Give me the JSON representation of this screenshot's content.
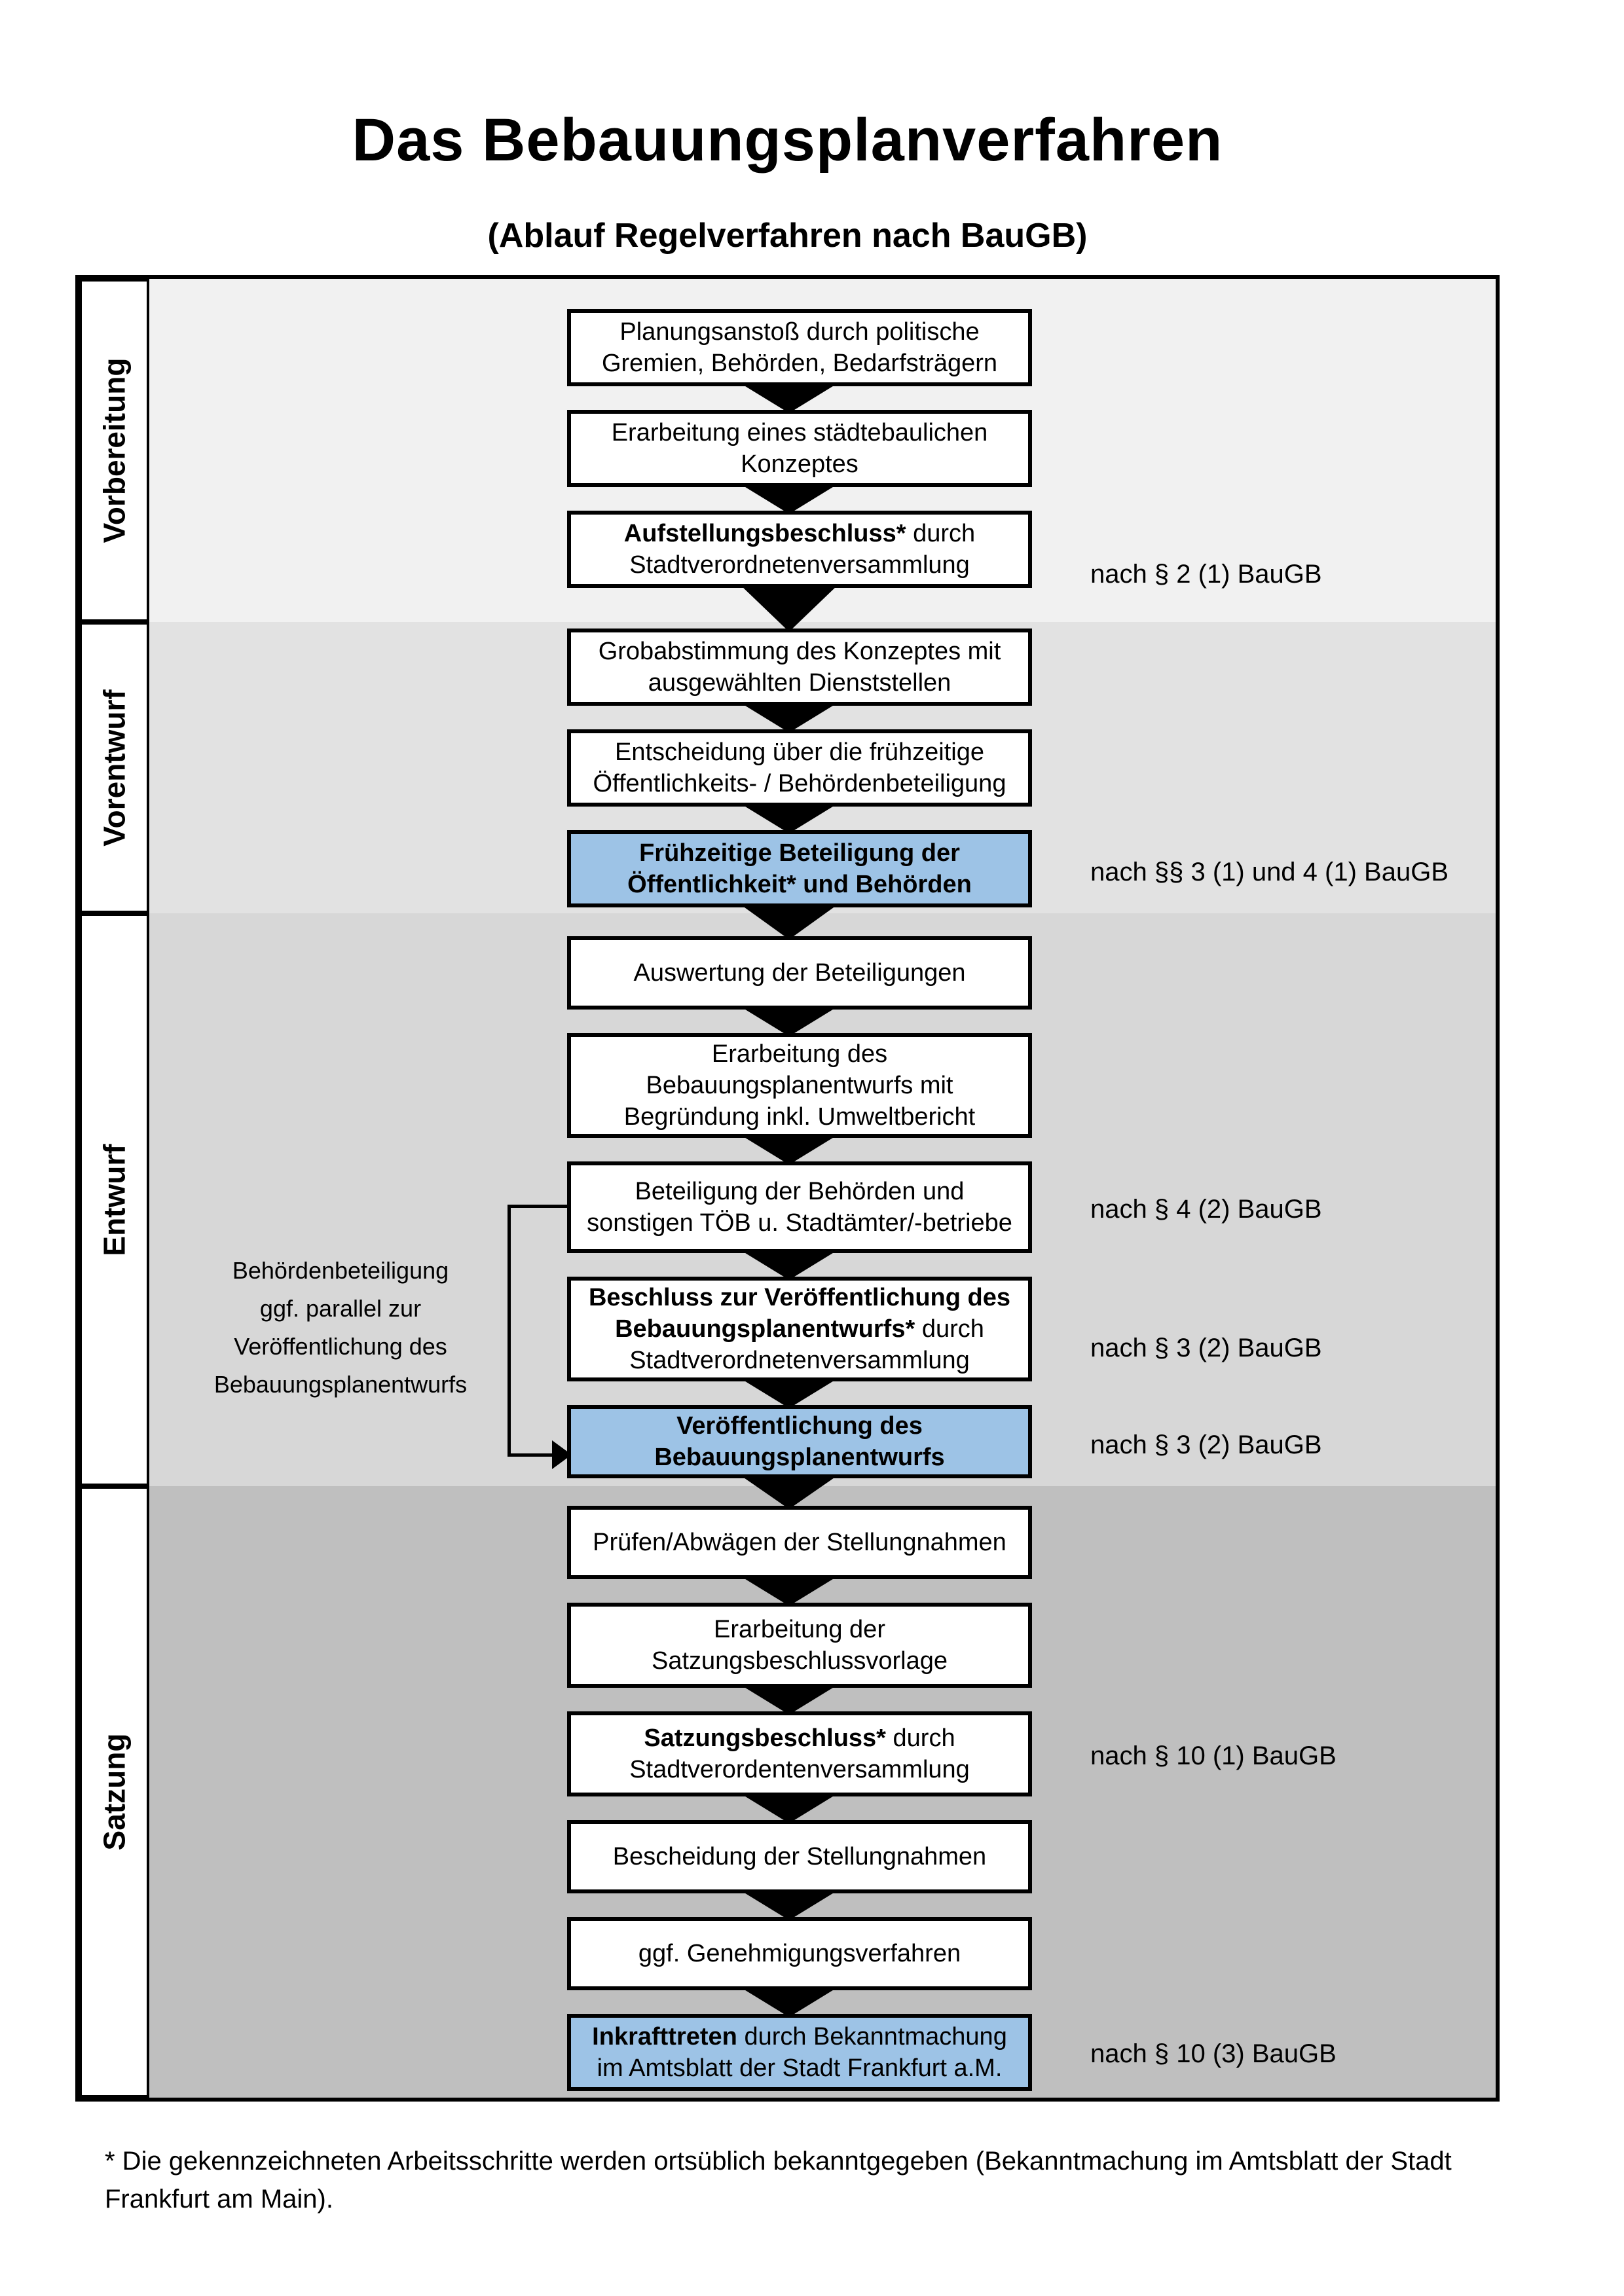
{
  "title": "Das Bebauungsplanverfahren",
  "subtitle": "(Ablauf Regelverfahren nach BauGB)",
  "colors": {
    "highlight_box": "#9dc3e6",
    "section_vorbereitung_bg": "#f1f1f1",
    "section_vorentwurf_bg": "#e2e2e2",
    "section_entwurf_bg": "#d7d7d7",
    "section_satzung_bg": "#bfbfbf"
  },
  "sections": [
    {
      "label": "Vorbereitung"
    },
    {
      "label": "Vorentwurf"
    },
    {
      "label": "Entwurf"
    },
    {
      "label": "Satzung"
    }
  ],
  "flow": {
    "steps": [
      {
        "highlight": false,
        "lines": [
          [
            {
              "b": false,
              "t": "Planungsanstoß durch politische"
            }
          ],
          [
            {
              "b": false,
              "t": "Gremien, Behörden, Bedarfsträgern"
            }
          ]
        ]
      },
      {
        "highlight": false,
        "lines": [
          [
            {
              "b": false,
              "t": "Erarbeitung eines städtebaulichen"
            }
          ],
          [
            {
              "b": false,
              "t": "Konzeptes"
            }
          ]
        ]
      },
      {
        "highlight": false,
        "lines": [
          [
            {
              "b": true,
              "t": "Aufstellungsbeschluss*"
            },
            {
              "b": false,
              "t": " durch"
            }
          ],
          [
            {
              "b": false,
              "t": "Stadtverordnetenversammlung"
            }
          ]
        ]
      },
      {
        "highlight": false,
        "lines": [
          [
            {
              "b": false,
              "t": "Grobabstimmung des Konzeptes mit"
            }
          ],
          [
            {
              "b": false,
              "t": "ausgewählten Dienststellen"
            }
          ]
        ]
      },
      {
        "highlight": false,
        "lines": [
          [
            {
              "b": false,
              "t": "Entscheidung über die frühzeitige"
            }
          ],
          [
            {
              "b": false,
              "t": "Öffentlichkeits- / Behördenbeteiligung"
            }
          ]
        ]
      },
      {
        "highlight": true,
        "lines": [
          [
            {
              "b": true,
              "t": "Frühzeitige Beteiligung der"
            }
          ],
          [
            {
              "b": true,
              "t": "Öffentlichkeit* und Behörden"
            }
          ]
        ]
      },
      {
        "highlight": false,
        "lines": [
          [
            {
              "b": false,
              "t": "Auswertung der Beteiligungen"
            }
          ]
        ]
      },
      {
        "highlight": false,
        "lines": [
          [
            {
              "b": false,
              "t": "Erarbeitung des"
            }
          ],
          [
            {
              "b": false,
              "t": "Bebauungsplanentwurfs mit"
            }
          ],
          [
            {
              "b": false,
              "t": "Begründung inkl. Umweltbericht"
            }
          ]
        ]
      },
      {
        "highlight": false,
        "lines": [
          [
            {
              "b": false,
              "t": "Beteiligung der Behörden und"
            }
          ],
          [
            {
              "b": false,
              "t": "sonstigen TÖB u. Stadtämter/-betriebe"
            }
          ]
        ]
      },
      {
        "highlight": false,
        "lines": [
          [
            {
              "b": true,
              "t": "Beschluss zur Veröffentlichung des"
            }
          ],
          [
            {
              "b": true,
              "t": "Bebauungsplanentwurfs*"
            },
            {
              "b": false,
              "t": " durch"
            }
          ],
          [
            {
              "b": false,
              "t": "Stadtverordnetenversammlung"
            }
          ]
        ]
      },
      {
        "highlight": true,
        "lines": [
          [
            {
              "b": true,
              "t": "Veröffentlichung des"
            }
          ],
          [
            {
              "b": true,
              "t": "Bebauungsplanentwurfs"
            }
          ]
        ]
      },
      {
        "highlight": false,
        "lines": [
          [
            {
              "b": false,
              "t": "Prüfen/Abwägen der Stellungnahmen"
            }
          ]
        ]
      },
      {
        "highlight": false,
        "lines": [
          [
            {
              "b": false,
              "t": "Erarbeitung der"
            }
          ],
          [
            {
              "b": false,
              "t": "Satzungsbeschlussvorlage"
            }
          ]
        ]
      },
      {
        "highlight": false,
        "lines": [
          [
            {
              "b": true,
              "t": "Satzungsbeschluss*"
            },
            {
              "b": false,
              "t": " durch"
            }
          ],
          [
            {
              "b": false,
              "t": "Stadtverordentenversammlung"
            }
          ]
        ]
      },
      {
        "highlight": false,
        "lines": [
          [
            {
              "b": false,
              "t": "Bescheidung der Stellungnahmen"
            }
          ]
        ]
      },
      {
        "highlight": false,
        "lines": [
          [
            {
              "b": false,
              "t": "ggf. Genehmigungsverfahren"
            }
          ]
        ]
      },
      {
        "highlight": true,
        "lines": [
          [
            {
              "b": true,
              "t": "Inkrafttreten"
            },
            {
              "b": false,
              "t": " durch Bekanntmachung"
            }
          ],
          [
            {
              "b": false,
              "t": "im Amtsblatt der Stadt Frankfurt a.M."
            }
          ]
        ]
      }
    ]
  },
  "legal_refs": [
    {
      "text": "nach § 2 (1) BauGB"
    },
    {
      "text": "nach §§ 3 (1) und 4 (1) BauGB"
    },
    {
      "text": "nach § 4 (2) BauGB"
    },
    {
      "text": "nach § 3 (2) BauGB"
    },
    {
      "text": "nach § 3 (2) BauGB"
    },
    {
      "text": "nach § 10 (1) BauGB"
    },
    {
      "text": "nach § 10 (3) BauGB"
    }
  ],
  "side_note": {
    "lines": [
      "Behördenbeteiligung",
      "ggf. parallel zur",
      "Veröffentlichung des",
      "Bebauungsplanentwurfs"
    ]
  },
  "footnote": "* Die gekennzeichneten Arbeitsschritte werden ortsüblich bekanntgegeben (Bekanntmachung im Amtsblatt  der Stadt Frankfurt am Main)."
}
